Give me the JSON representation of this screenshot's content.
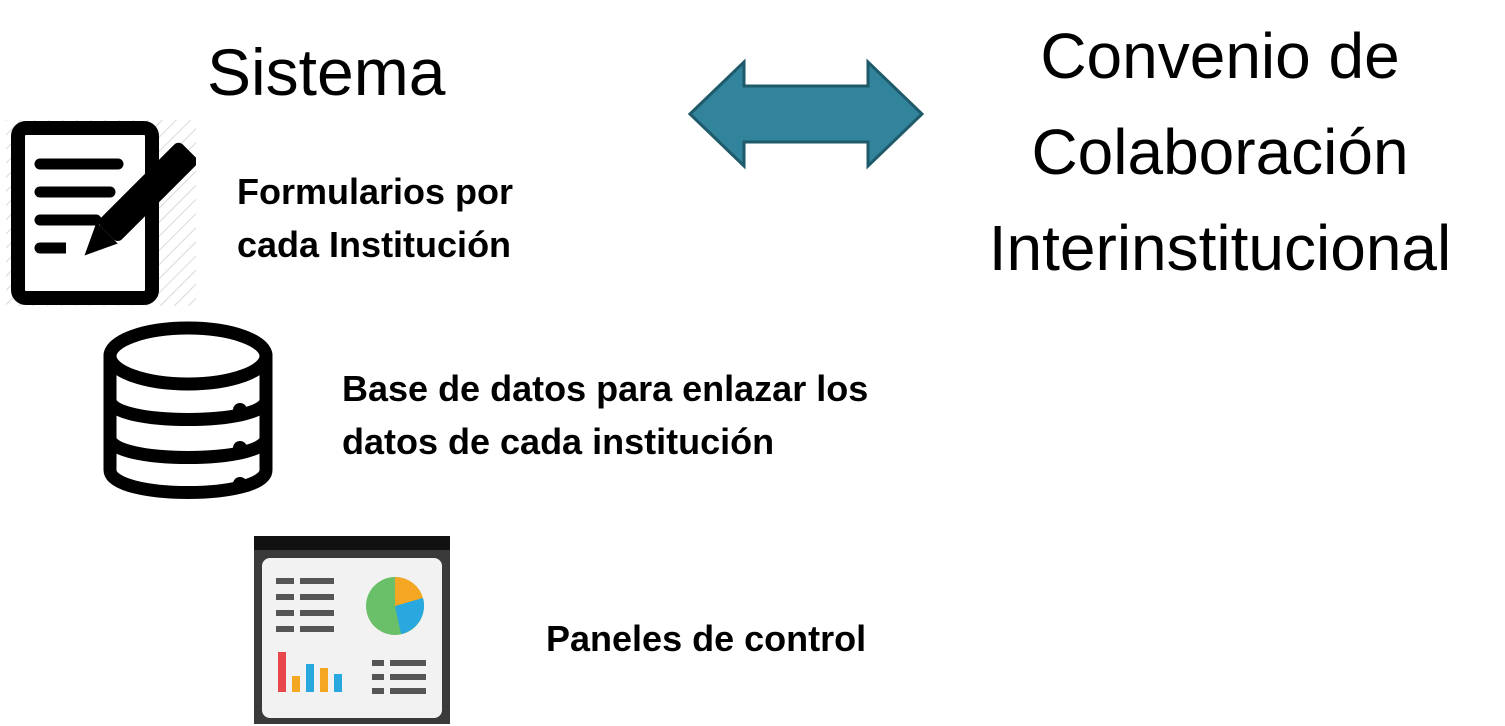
{
  "left_heading": "Sistema",
  "right_heading": [
    "Convenio de",
    "Colaboración",
    "Interinstitucional"
  ],
  "items": [
    {
      "icon": "document-edit-icon",
      "lines": [
        "Formularios por",
        "cada Institución"
      ]
    },
    {
      "icon": "database-icon",
      "lines": [
        "Base de datos para enlazar los",
        "datos de cada institución"
      ]
    },
    {
      "icon": "dashboard-icon",
      "lines": [
        "Paneles de control"
      ]
    }
  ],
  "colors": {
    "arrow_fill": "#31849b",
    "arrow_stroke": "#1f5a6b",
    "pie_orange": "#f5a623",
    "pie_blue": "#29a8e0",
    "pie_green": "#6abf69",
    "bar_red": "#e8474c",
    "bar_orange": "#f5a623",
    "bar_blue": "#29a8e0"
  }
}
